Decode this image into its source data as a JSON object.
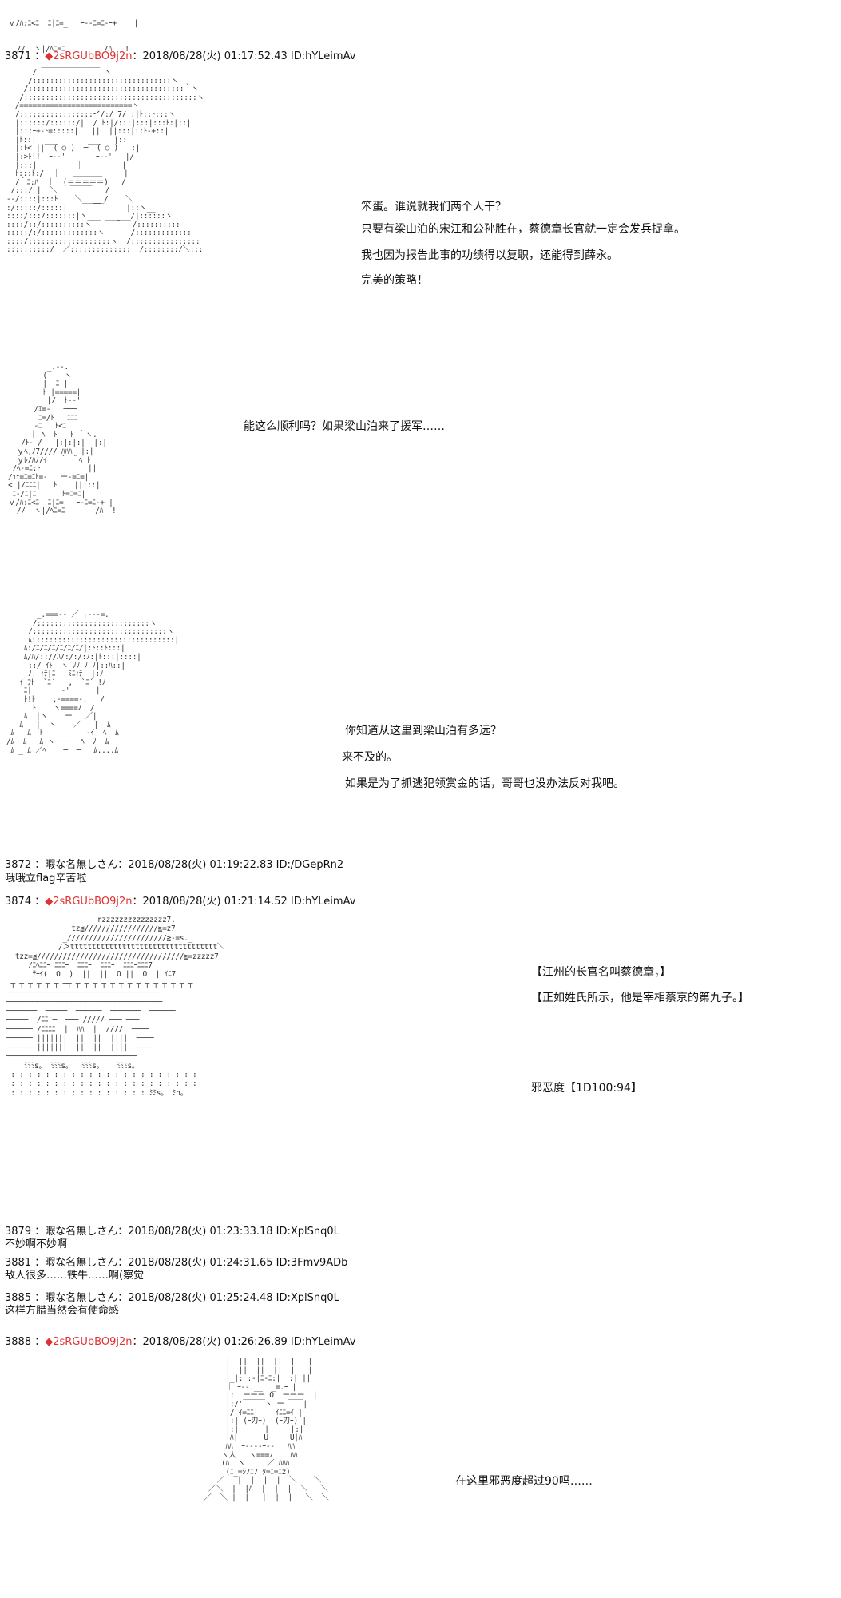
{
  "top_fragment": {
    "lines": [
      "ｖ/ﾊ:ﾆ<ﾆ  ﾆ|ﾆ=_   ｰ--ﾆ=ﾆ-ｰ+    |",
      "  //  ヽ|/ﾍﾆ=ﾆ         /ﾊ   !"
    ]
  },
  "posts": [
    {
      "id": "post-3871",
      "number": "3871",
      "separator": "：",
      "diamond": "◆",
      "trip": "2sRGUbBO9j2n",
      "date": "：2018/08/28(火) 01:17:52.43 ID:hYLeimAv"
    },
    {
      "id": "post-3872",
      "number": "3872",
      "separator": "：",
      "name": "暇な名無しさん",
      "date": "：2018/08/28(火) 01:19:22.83 ID:/DGepRn2",
      "body": "哦哦立flag辛苦啦"
    },
    {
      "id": "post-3874",
      "number": "3874",
      "separator": "：",
      "diamond": "◆",
      "trip": "2sRGUbBO9j2n",
      "date": "：2018/08/28(火) 01:21:14.52 ID:hYLeimAv"
    },
    {
      "id": "post-3879",
      "number": "3879",
      "separator": "：",
      "name": "暇な名無しさん",
      "date": "：2018/08/28(火) 01:23:33.18 ID:XplSnq0L",
      "body": "不妙啊不妙啊"
    },
    {
      "id": "post-3881",
      "number": "3881",
      "separator": "：",
      "name": "暇な名無しさん",
      "date": "：2018/08/28(火) 01:24:31.65 ID:3Fmv9ADb",
      "body": "敌人很多……铁牛……啊(察觉"
    },
    {
      "id": "post-3885",
      "number": "3885",
      "separator": "：",
      "name": "暇な名無しさん",
      "date": "：2018/08/28(火) 01:25:24.48 ID:XplSnq0L",
      "body": "这样方腊当然会有使命感"
    },
    {
      "id": "post-3888",
      "number": "3888",
      "separator": "：",
      "diamond": "◆",
      "trip": "2sRGUbBO9j2n",
      "date": "：2018/08/28(火) 01:26:26.89 ID:hYLeimAv"
    }
  ],
  "dialogs": {
    "d1": [
      "笨蛋。谁说就我们两个人干？",
      "只要有梁山泊的宋江和公孙胜在，蔡德章长官就一定会发兵捉拿。",
      "我也因为报告此事的功绩得以复职，还能得到薛永。",
      "完美的策略！"
    ],
    "d2": [
      "能这么顺利吗？如果梁山泊来了援军……"
    ],
    "d3": [
      "你知道从这里到梁山泊有多远？",
      "来不及的。",
      "如果是为了抓逃犯领赏金的话，哥哥也没办法反对我吧。"
    ],
    "d4": [
      "【江州的长官名叫蔡德章，】",
      "【正如姓氏所示，他是宰相蔡京的第九子。】"
    ],
    "d4b": [
      "邪恶度【1D100:94】"
    ],
    "d5": [
      "在这里邪恶度超过90吗……"
    ]
  },
  "aa": {
    "a1": "      / ￣￣￣￣￣￣￣￣ ヽ\n     /::::::::::::::::::::::::::::::::ヽ\n    /::::::::::::::::::::::::::::::::::::｀ヽ\n   /::::::::::::::::::::::::::::::::::::::::ヽ\n  /==========================ヽ\n  /:::::::::::::::::イ/:/ 7/ :|ﾄ::ﾄ:::ヽ\n  |::::::/::::::/|  / ﾄ:|/:::|:::|:::ﾄ:|::|\n  |:::ｰ+-ﾄ=:::::|   ||  ||:::|::ﾄ-+::|\n  |ﾄ::|  ___       ___   |::|\n  |:ﾄ< ||  ( ○ )  ─  ( ○ )  |:|\n  |:>ﾄ!!  ｰ-‐'       ｰ-‐'   |/\n  |:::|         ｜         |\n  ﾄ:::ﾄ:/  ｜   ＿＿＿＿     |\n  /｀ﾆ:ﾊ  ｜  (＝＝＝＝＝)   /\n /:::/ |  ＼   ￣￣￣   /\n--/::::|:::ﾄ    ＼_____/    ＼\n:/:::::/:::::|      ￣      |::ヽ__\n::::/:::/:::::::|ヽ___    ___/|::::::ヽ\n::::/::/::::::::::ヽ   ￣￣   /::::::::::\n:::::/:/:::::::::::::ヽ      /:::::::::::::\n::::/:::::::::::::::::::ヽ  /::::::::::::::::\n::::::::::/  ／::::::::::::::  /::::::::/＼:::",
    "a2": "         _.--.\n        (    ヽ\n        |  ﾆ |\n        ﾄ |=====|\n         |/  ﾄ-‐'\n      /ｴ=-   ───\n       ﾆ=/ﾄ   ﾆﾆﾆ\n      ‐ﾆ   ﾄ<ﾆ  \n     ｜ ﾍ  ﾄ   ﾄ ｀ヽ.\n   /ﾄ‐ /   |:|:|:|  |:|\n  ｙﾍ,ﾉ7//// ﾊﾊﾊ  |:|\n  ｙﾚ/ﾊﾉ/ｲ   ｀ ＾ﾍ ﾄ\n /ﾍ-=ﾆ:ﾄ        |  ||\n/ｭｪ=ﾆ=ﾆﾄ=-   ー‐=ﾆ=|\n< |/ﾆﾆﾆ|   ﾄ    ||:::|\n ﾆ-/ﾆ|ﾆ      ﾄ=ﾆ=ﾆ|\nｖ/ﾊ:ﾆ<ﾆ  ﾆ|ﾆ=_  ｰ-ﾆ=ﾆ-+ |\n  //  ヽ|/ﾍﾆ=ﾆ       /ﾊ  !",
    "a3": "       _.===-- ／ ┌---=.\n      /::::::::::::::::::::::::::ヽ\n     /:::::::::::::::::::::::::::::::ヽ\n     ﾑ:::::::::::::::::::::::::::::::::|\n    ﾑ:/ﾆ/ﾆ/ﾆ/ﾆ/ﾆ/ﾆ/|:ﾄ::ﾄ:::|\n    ﾑ/ﾊ/:://ﾊ/:/:/:ﾉ:|ﾄ:::|::::|\n    |::/ ｲﾄ  ヽ ﾉﾉ ﾉ ﾉ|::ﾊ::|\n    |ﾉ| ｨﾃ|ﾆ   ﾐﾆｨﾃ  |:ﾉ\n   ｲ ﾌﾄ  `ﾆ´   ,  `ﾆ´ !ﾉ\n    ﾆ|      ｰ-'      |\n    ﾄ!ﾄ    ,-====-.   /\n    | ﾄ    ヽ====ﾉ  /\n    ﾑ  |ヽ    ー   ／|\n   ﾑ   |  ヽ____／   |  ﾑ\n ﾑ   ﾑ  ﾄ   ___    ‐ｲ  ﾍ__ﾑ\n/ﾑ  ﾑ   ﾑ ヽ ─ ─  ﾍ  ﾉ  ﾑ\n ﾑ _ ﾑ ／ﾍ    ─  ─   ﾑ....ﾑ",
    "a4": "                     rzzzzzzzzzzzzzzz7,\n               tz≦/////////////////≧=z7\n             _///////////////////////≧-=s._\n            /＞tttttttttttttttttttttttttttttttttt＼\n  tzz=≦//////////////////////////////////≧=zzzzz7\n     /ﾆﾍﾆﾆｰ ﾆﾆﾆｰ  ﾆﾆﾆｰ  ﾆﾆﾆｰ  ﾆﾆﾆｰﾆﾆﾆ7\n      ﾃｰｲ(  O  )  ||  ||  O ||  O  | ｲﾆ7\n ┬ ┬ ┬ ┬ ┬ ┬ ┬┬ ┬ ┬ ┬ ┬ ┬ ┬ ┬ ┬ ┬ ┬ ┬ ┬ ┬ ┬\n────────────────────────────────────\n────────────────────────────────────\n───────  ─────  ──────  ───────  ──────\n─────  /ﾆﾆ ─  ─── ///// ─── ───\n────── /ﾆﾆﾆﾆ  |  ﾊﾊ  |  ////  ────\n────── |||||||  ||  ||  ||||  ────\n────── |||||||  ||  ||  ||||  ────\n──────────────────────────────\n    ﾐﾐﾐs。 ﾐﾐﾐs。  ﾐﾐﾐs。   ﾐﾐﾐs。\n : : : : : : : : : : : : : : : : : : : : : :\n : : : : : : : : : : : : : : : : : : : : : :\n : : : : : : : : : : : : : : : : ﾐﾐs。 ﾐh。",
    "a5": "      |  ||  ||  ||  |   |\n      |  ||  ||  ||  |   |\n      |_|: :-|ﾆ-ﾆ:|  :| ||\n      ｜ ｰ--.__  _=.ｰ |\n      |:  ーーー O  ーーー  |\n      |:/'￣￣￣ヽ ー ￣￣|\n      |/ ｲ=ﾆﾆ|    ｲﾆﾆ=ｲ |\n      |:| (ｰ刃ｰ)  (ｰ刃ｰ) |\n      |:|      |     |:|\n      |ﾊ|      U     U|ﾊ\n      ﾊﾊ  ｰ----ｰ--   ﾊﾊ\n     ヽ人   ヽ===ﾉ    ﾊﾊ\n     (ﾊ  ヽ     ／ ﾊﾊﾊ\n      (ﾆ_=ｼ7ﾆ7 ﾀ=ﾆ=ﾆz)\n    ／   |  |  |  |  ＼    ＼\n  ／＼  |  |ﾊ  |  |  |  ＼   ＼\n ／  ＼ |  |   |  |  |   ＼  ＼"
  }
}
